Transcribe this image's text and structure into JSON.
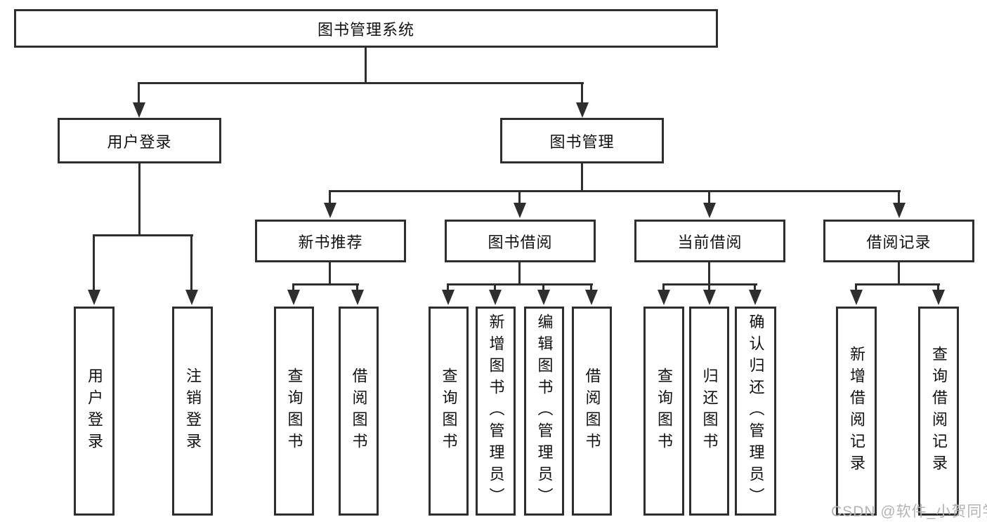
{
  "title": "图书管理系统",
  "diagram": {
    "root": "图书管理系统",
    "branches": [
      {
        "label": "用户登录",
        "children": [
          "用户登录",
          "注销登录"
        ]
      },
      {
        "label": "图书管理",
        "sections": [
          {
            "label": "新书推荐",
            "children": [
              "查询图书",
              "借阅图书"
            ]
          },
          {
            "label": "图书借阅",
            "children": [
              "查询图书",
              "新增图书（管理员）",
              "编辑图书（管理员）",
              "借阅图书"
            ]
          },
          {
            "label": "当前借阅",
            "children": [
              "查询图书",
              "归还图书",
              "确认归还（管理员）"
            ]
          },
          {
            "label": "借阅记录",
            "children": [
              "新增借阅记录",
              "查询借阅记录"
            ]
          }
        ]
      }
    ]
  },
  "watermark": "CSDN @软件_小贺同学",
  "colors": {
    "line": "#2e2e2e",
    "text": "#111111",
    "background": "#ffffff",
    "watermark": "#b3b3b3"
  }
}
